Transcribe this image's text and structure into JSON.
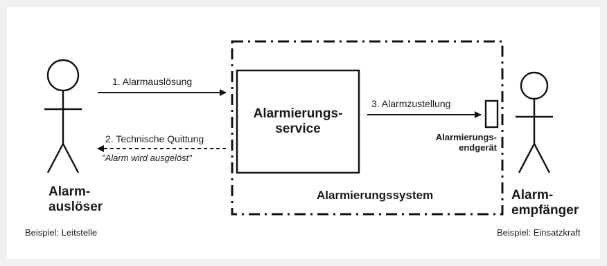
{
  "actors": {
    "sender": {
      "name_line1": "Alarm-",
      "name_line2": "auslöser",
      "example": "Beispiel: Leitstelle"
    },
    "receiver": {
      "name_line1": "Alarm-",
      "name_line2": "empfänger",
      "example": "Beispiel: Einsatzkraft"
    }
  },
  "flows": {
    "step1": "1. Alarmauslösung",
    "step2": "2. Technische Quittung",
    "step2_note": "\"Alarm wird ausgelöst\"",
    "step3": "3. Alarmzustellung"
  },
  "service": {
    "line1": "Alarmierungs-",
    "line2": "service"
  },
  "system_label": "Alarmierungssystem",
  "device": {
    "line1": "Alarmierungs-",
    "line2": "endgerät"
  },
  "colors": {
    "line": "#111111",
    "panel": "#ffffff",
    "background": "#f1f1f1"
  }
}
